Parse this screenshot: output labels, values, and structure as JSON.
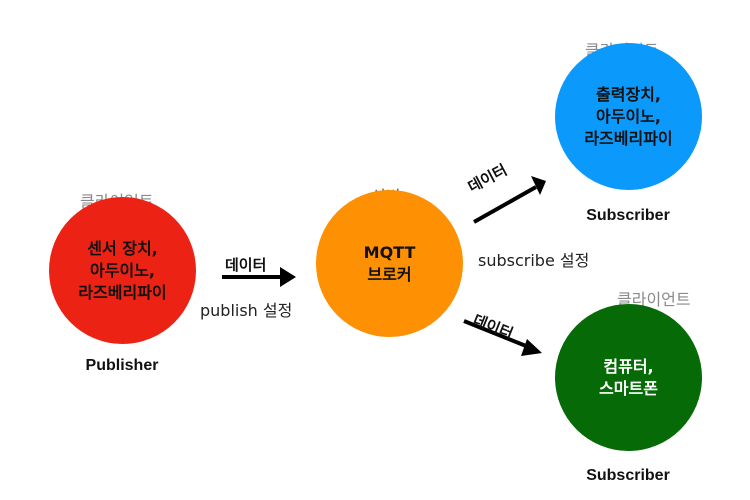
{
  "nodes": {
    "publisher": {
      "tag": "클라이언트",
      "lines": [
        "센서 장치,",
        "아두이노,",
        "라즈베리파이"
      ],
      "role": "Publisher",
      "color": "#ec2314"
    },
    "broker": {
      "tag": "서버",
      "lines": [
        "MQTT",
        "브로커"
      ],
      "color": "#fd9003"
    },
    "subscriber_top": {
      "tag": "클라이언트",
      "lines": [
        "출력장치,",
        "아두이노,",
        "라즈베리파이"
      ],
      "role": "Subscriber",
      "color": "#0b9afb"
    },
    "subscriber_bottom": {
      "tag": "클라이언트",
      "lines": [
        "컴퓨터,",
        "스마트폰"
      ],
      "role": "Subscriber",
      "color": "#066a06"
    }
  },
  "edges": {
    "pub_to_broker": {
      "label": "데이터",
      "note": "publish 설정"
    },
    "broker_to_top": {
      "label": "데이터",
      "note": "subscribe 설정"
    },
    "broker_to_bottom": {
      "label": "데이터"
    }
  }
}
